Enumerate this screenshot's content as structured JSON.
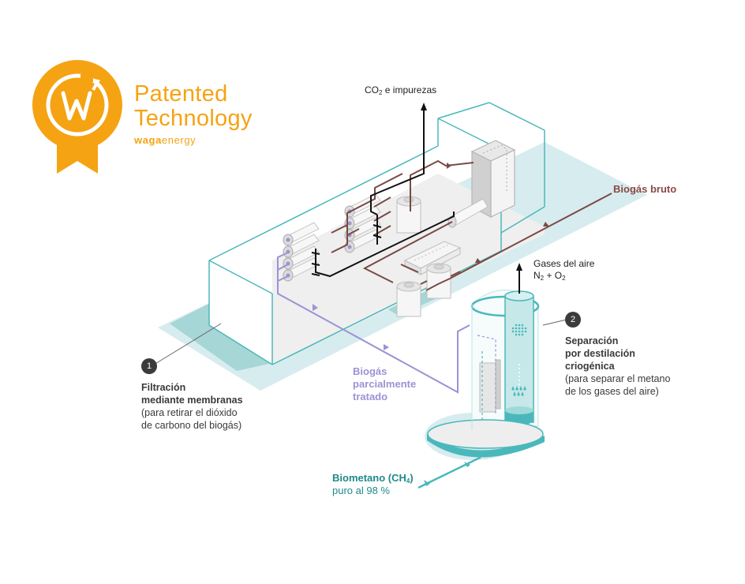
{
  "brand": {
    "title_line1": "Patented",
    "title_line2": "Technology",
    "company_bold": "waga",
    "company_light": "energy",
    "accent_color": "#f5a313",
    "logo_icon": "ribbon-badge-w-icon"
  },
  "labels": {
    "co2_out": {
      "prefix": "CO",
      "subscript": "2",
      "suffix": " e impurezas"
    },
    "raw_biogas": {
      "text": "Biogás bruto",
      "color": "#8a4a44"
    },
    "air_gases": {
      "line1": "Gases del aire",
      "n": "N",
      "n_sub": "2",
      "plus": " + O",
      "o_sub": "2"
    },
    "partial_biogas": {
      "lines": [
        "Biogás",
        "parcialmente",
        "tratado"
      ],
      "color": "#9b93d4"
    },
    "biomethane": {
      "title": "Biometano (CH",
      "title_sub": "4",
      "title_end": ")",
      "subtitle": "puro al 98 %",
      "color": "#1f8a8a"
    }
  },
  "steps": [
    {
      "number": "1",
      "title_lines": [
        "Filtración",
        "mediante membranas"
      ],
      "desc_lines": [
        "(para retirar el dióxido",
        "de carbono del biogás)"
      ]
    },
    {
      "number": "2",
      "title_lines": [
        "Separación",
        "por destilación",
        "criogénica"
      ],
      "desc_lines": [
        "(para separar el metano",
        "de los gases del aire)"
      ]
    }
  ],
  "colors": {
    "teal_line": "#4ab8bb",
    "teal_fill": "#d7ecee",
    "teal_dark": "#a6d6d6",
    "pipe_brown": "#7a4a45",
    "pipe_purple": "#9b93d4",
    "pipe_black": "#111111",
    "equipment_gray": "#e3e3e3"
  }
}
